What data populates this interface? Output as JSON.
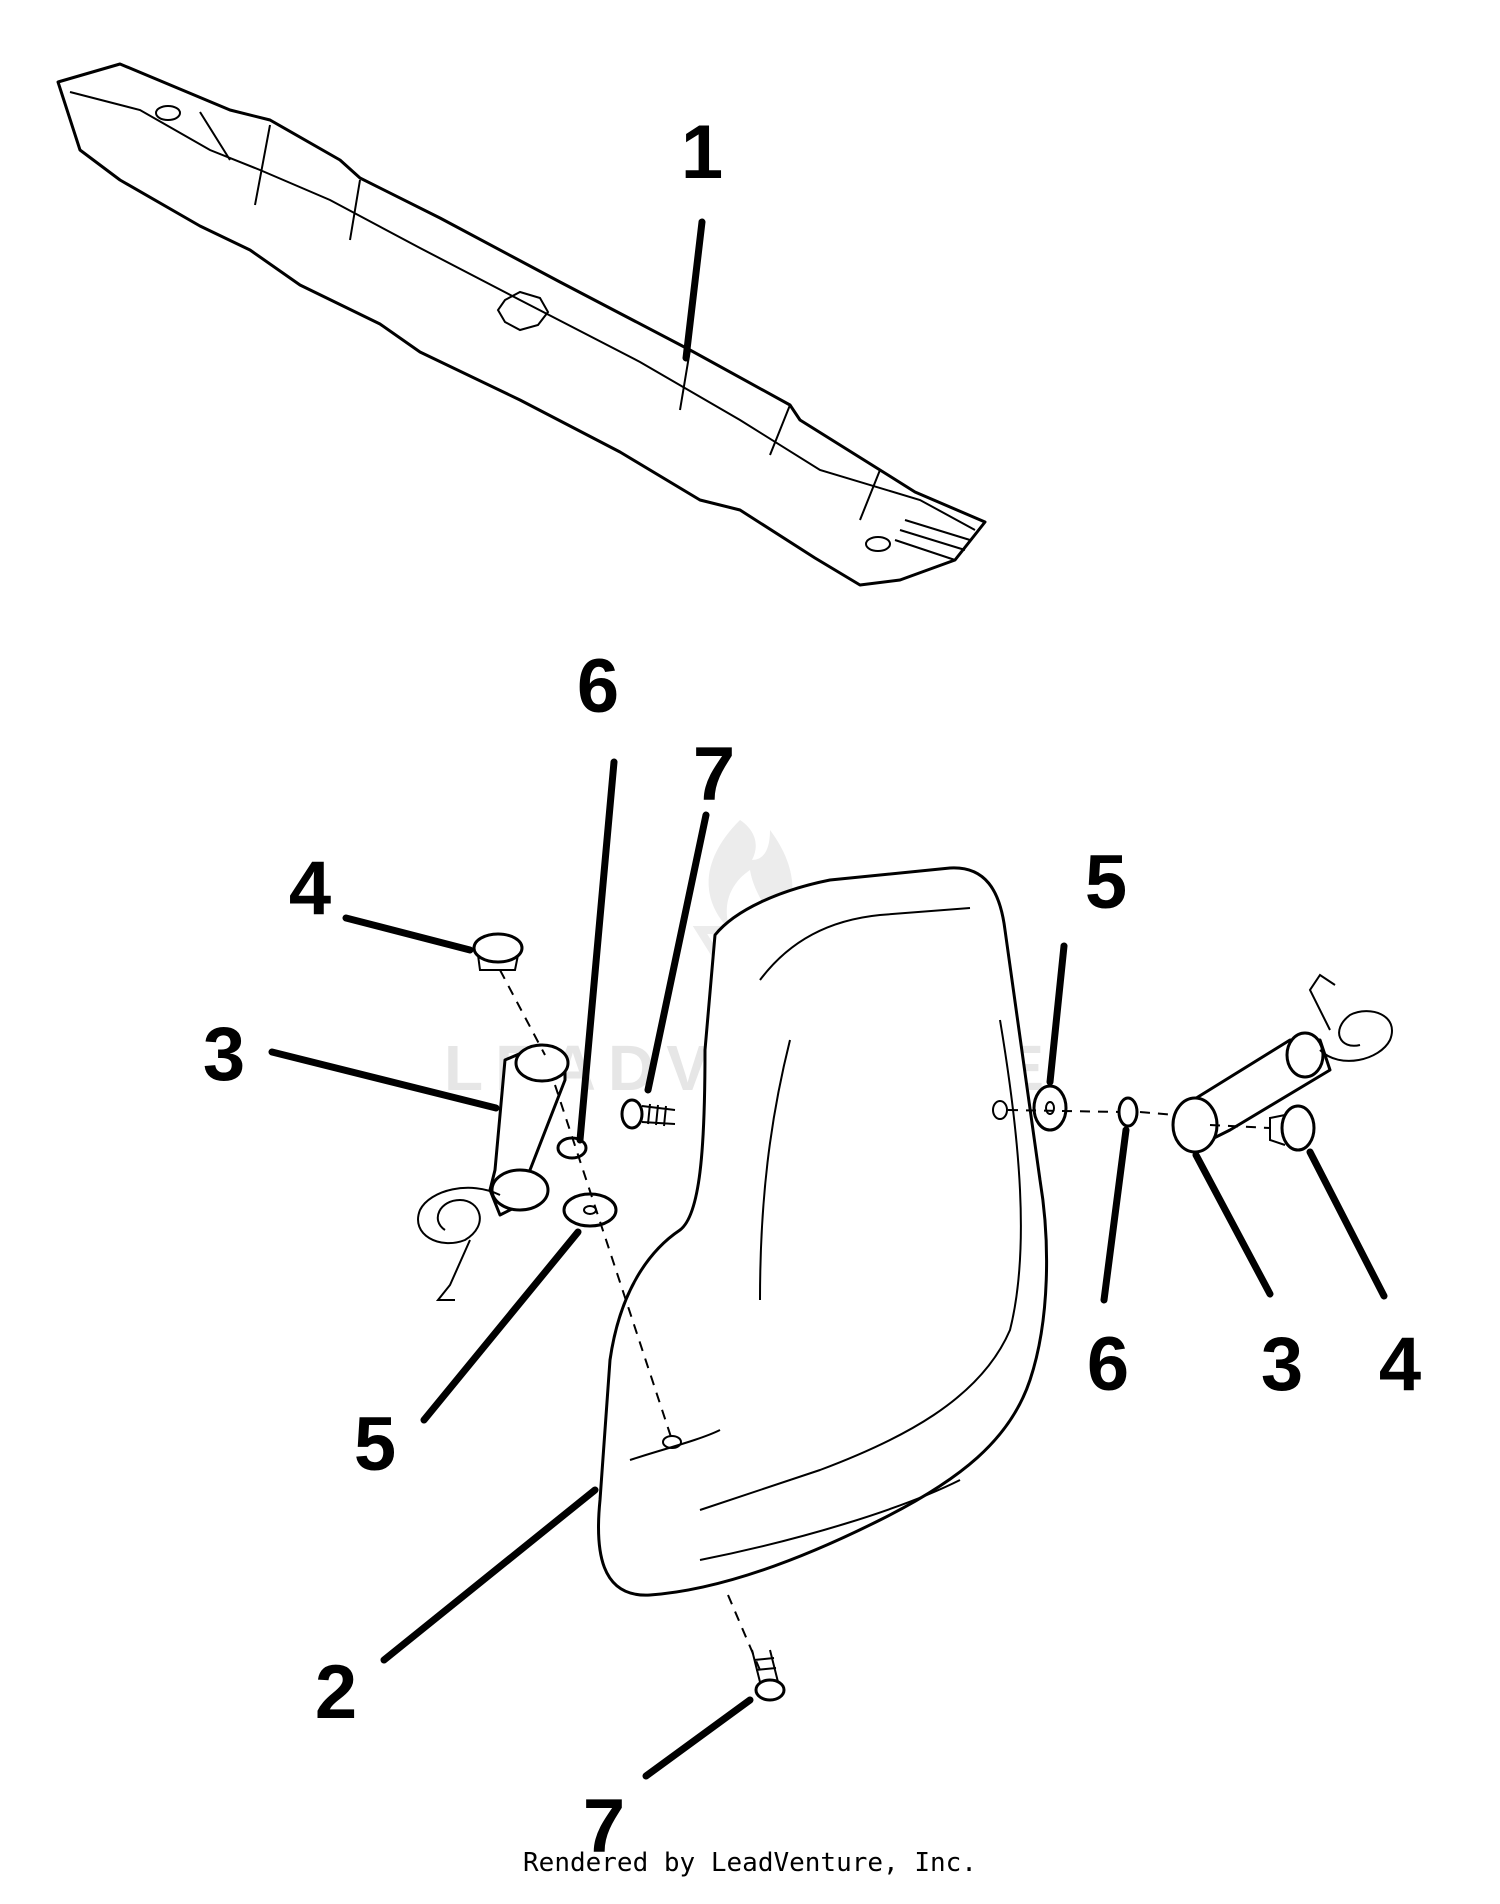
{
  "callouts": {
    "blade": "1",
    "seat": "2",
    "spring_left": "3",
    "spring_right": "3",
    "knob_left": "4",
    "knob_right": "4",
    "washer_left": "5",
    "washer_right": "5",
    "lockwasher_left": "6",
    "lockwasher_right": "6",
    "screw_top": "7",
    "screw_bottom": "7"
  },
  "watermark": {
    "text": "LEADVENTURE"
  },
  "footer": {
    "credit": "Rendered by LeadVenture, Inc."
  }
}
